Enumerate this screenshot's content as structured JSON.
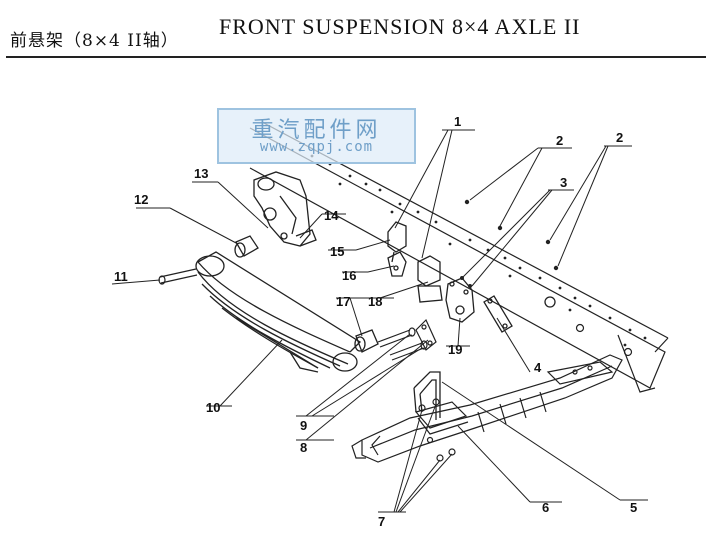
{
  "header": {
    "title_cn": "前悬架（8×4 II轴）",
    "title_en": "FRONT SUSPENSION 8×4   AXLE II"
  },
  "watermark": {
    "text_cn": "重汽配件网",
    "url": "www.zqpj.com",
    "color": "#6f9fc8"
  },
  "callouts": [
    {
      "id": "1",
      "text": "1"
    },
    {
      "id": "2a",
      "text": "2"
    },
    {
      "id": "2b",
      "text": "2"
    },
    {
      "id": "3",
      "text": "3"
    },
    {
      "id": "4",
      "text": "4"
    },
    {
      "id": "5",
      "text": "5"
    },
    {
      "id": "6",
      "text": "6"
    },
    {
      "id": "7",
      "text": "7"
    },
    {
      "id": "8",
      "text": "8"
    },
    {
      "id": "9",
      "text": "9"
    },
    {
      "id": "10",
      "text": "10"
    },
    {
      "id": "11",
      "text": "11"
    },
    {
      "id": "12",
      "text": "12"
    },
    {
      "id": "13",
      "text": "13"
    },
    {
      "id": "14",
      "text": "14"
    },
    {
      "id": "15",
      "text": "15"
    },
    {
      "id": "16",
      "text": "16"
    },
    {
      "id": "17",
      "text": "17"
    },
    {
      "id": "18",
      "text": "18"
    },
    {
      "id": "19",
      "text": "19"
    }
  ]
}
